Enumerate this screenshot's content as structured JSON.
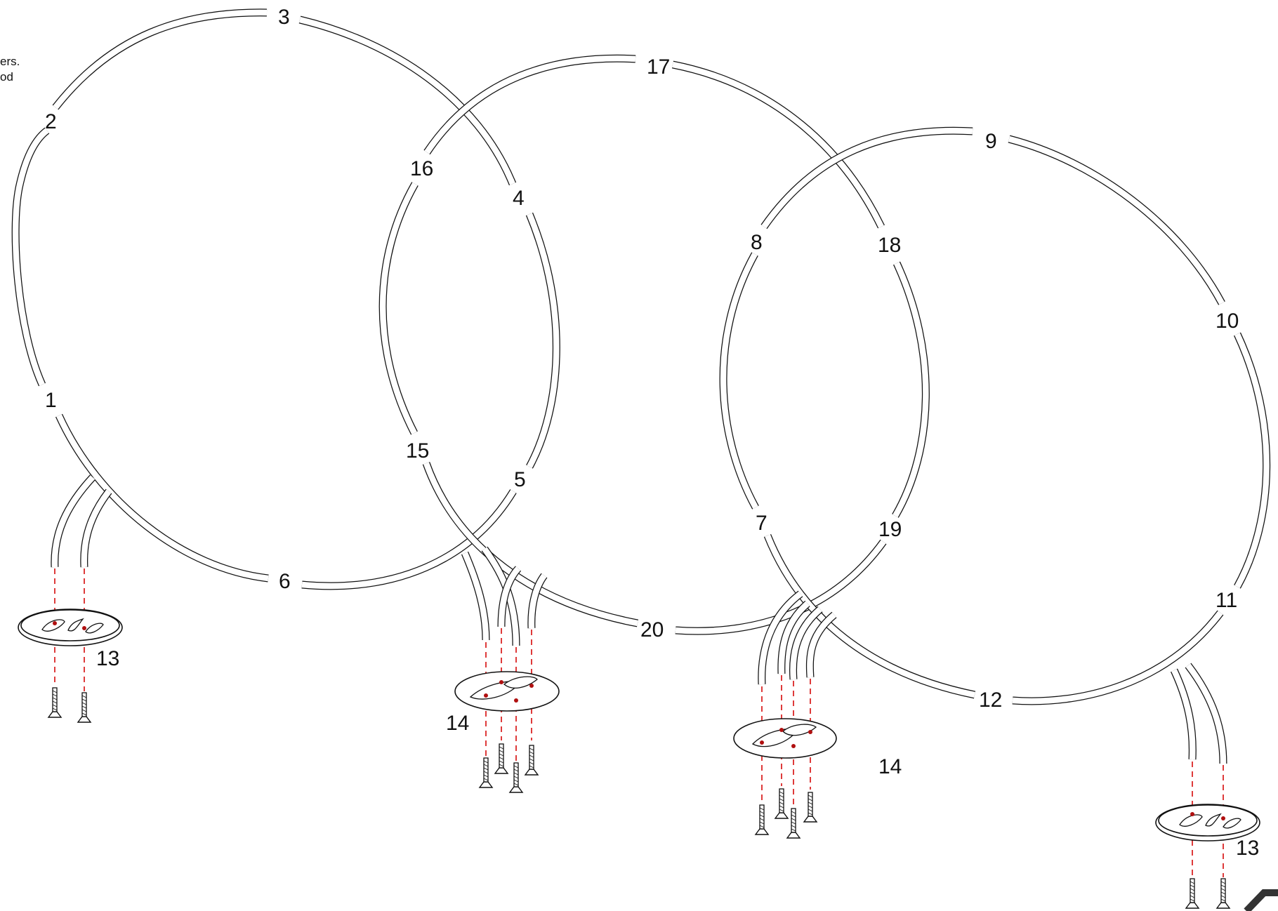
{
  "text_fragment": [
    "ers.",
    "od"
  ],
  "part_labels": [
    "1",
    "2",
    "3",
    "4",
    "5",
    "6",
    "7",
    "8",
    "9",
    "10",
    "11",
    "12",
    "13",
    "14",
    "15",
    "16",
    "17",
    "18",
    "19",
    "20"
  ],
  "base_plate_labels": {
    "left": "13",
    "center_left": "14",
    "center_right": "14",
    "right": "13"
  },
  "colors": {
    "line": "#111111",
    "guide_dashes": "#d81818"
  }
}
